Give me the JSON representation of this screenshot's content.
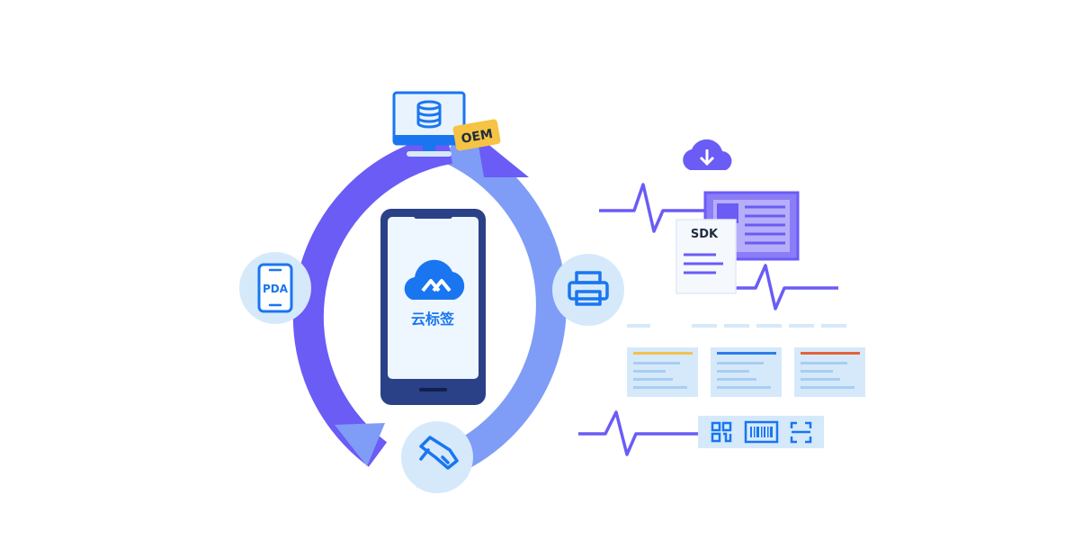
{
  "app": {
    "name": "云标签"
  },
  "badges": {
    "oem": "OEM",
    "pda": "PDA",
    "sdk": "SDK"
  },
  "icons": {
    "ring_nodes": [
      "monitor-database-icon",
      "printer-icon",
      "barcode-scanner-icon",
      "pda-device-icon"
    ],
    "center": "cloud-logo-icon",
    "right_panel": [
      "cloud-download-icon",
      "document-window-icon",
      "sdk-document-icon",
      "qr-code-icon",
      "barcode-icon",
      "scan-frame-icon"
    ]
  },
  "colors": {
    "ring_dark": "#6a5cf5",
    "ring_light": "#7f9df7",
    "node_bg": "#d5e9fb",
    "icon_blue": "#1976f0",
    "phone_frame": "#2a4187",
    "oem_badge": "#f6c344",
    "card_accents": [
      "#f2c14e",
      "#2f7ce8",
      "#e5613d"
    ]
  }
}
